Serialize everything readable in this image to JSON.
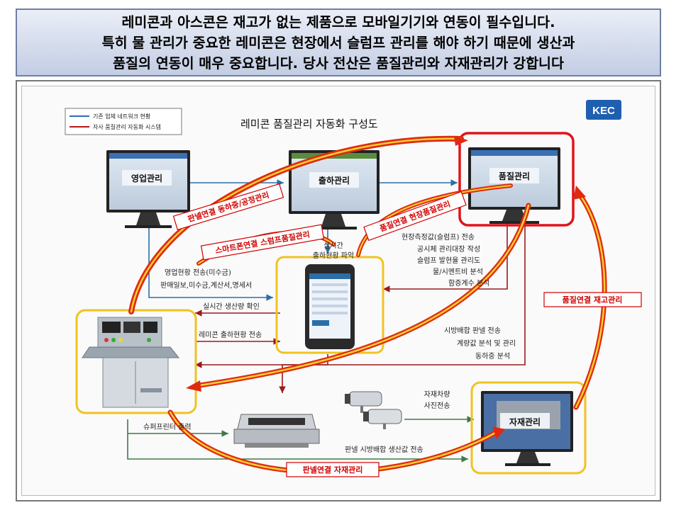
{
  "banner": {
    "line1": "레미콘과 아스콘은 재고가 없는 제품으로 모바일기기와 연동이 필수입니다.",
    "line2": "특히 물 관리가 중요한 레미콘은 현장에서 슬럼프 관리를 해야 하기 때문에 생산과",
    "line3": "품질의 연동이 매우 중요합니다. 당사 전산은 품질관리와 자재관리가 강합니다"
  },
  "diagram": {
    "title": "레미콘 품질관리 자동화 구성도",
    "logo": "KEC",
    "legend": {
      "item1": "기존 업체 네트워크 현황",
      "item2": "자사 품질관리 자동화 시스템"
    },
    "nodes": {
      "sales": "영업관리",
      "shipping": "출하관리",
      "quality": "품질관리",
      "materials": "자재관리"
    },
    "callouts": {
      "panel_same_day": "판넬연결 동하중/공정관리",
      "smartphone_slump": "스마트폰연결 스럼프품질관리",
      "quality_site": "품질연결 현장품질관리",
      "quality_stock": "품질연결 재고관리",
      "panel_materials": "판넬연결 자재관리"
    },
    "labels": {
      "realtime_ship1": "실시간",
      "realtime_ship2": "출하현황 파악",
      "sales_status": "영업현황 전송(미수금)",
      "sales_daily": "판매일보,미수금,계산서,명세서",
      "site_meas": "현장측정값(슬럼프) 전송",
      "specimen": "공시체 관리대장 작성",
      "slump_chart": "슬럼프 발현율 관리도",
      "wc_ratio": "물/시멘트비 분석",
      "air_content": "함증계수 분석",
      "realtime_prod": "실시간 생산량 확인",
      "remicon_ship": "레미콘 출하현황 전송",
      "mix_send": "시방배합 판넬 전송",
      "weigh": "계량값 분석 및 관리",
      "sameday": "동하중 분석",
      "vehicle_photo1": "자재차량",
      "vehicle_photo2": "사진전송",
      "super_printer": "슈퍼프린터 출력",
      "panel_mix_prod": "판넬 시방배합 생산값 전송"
    }
  }
}
